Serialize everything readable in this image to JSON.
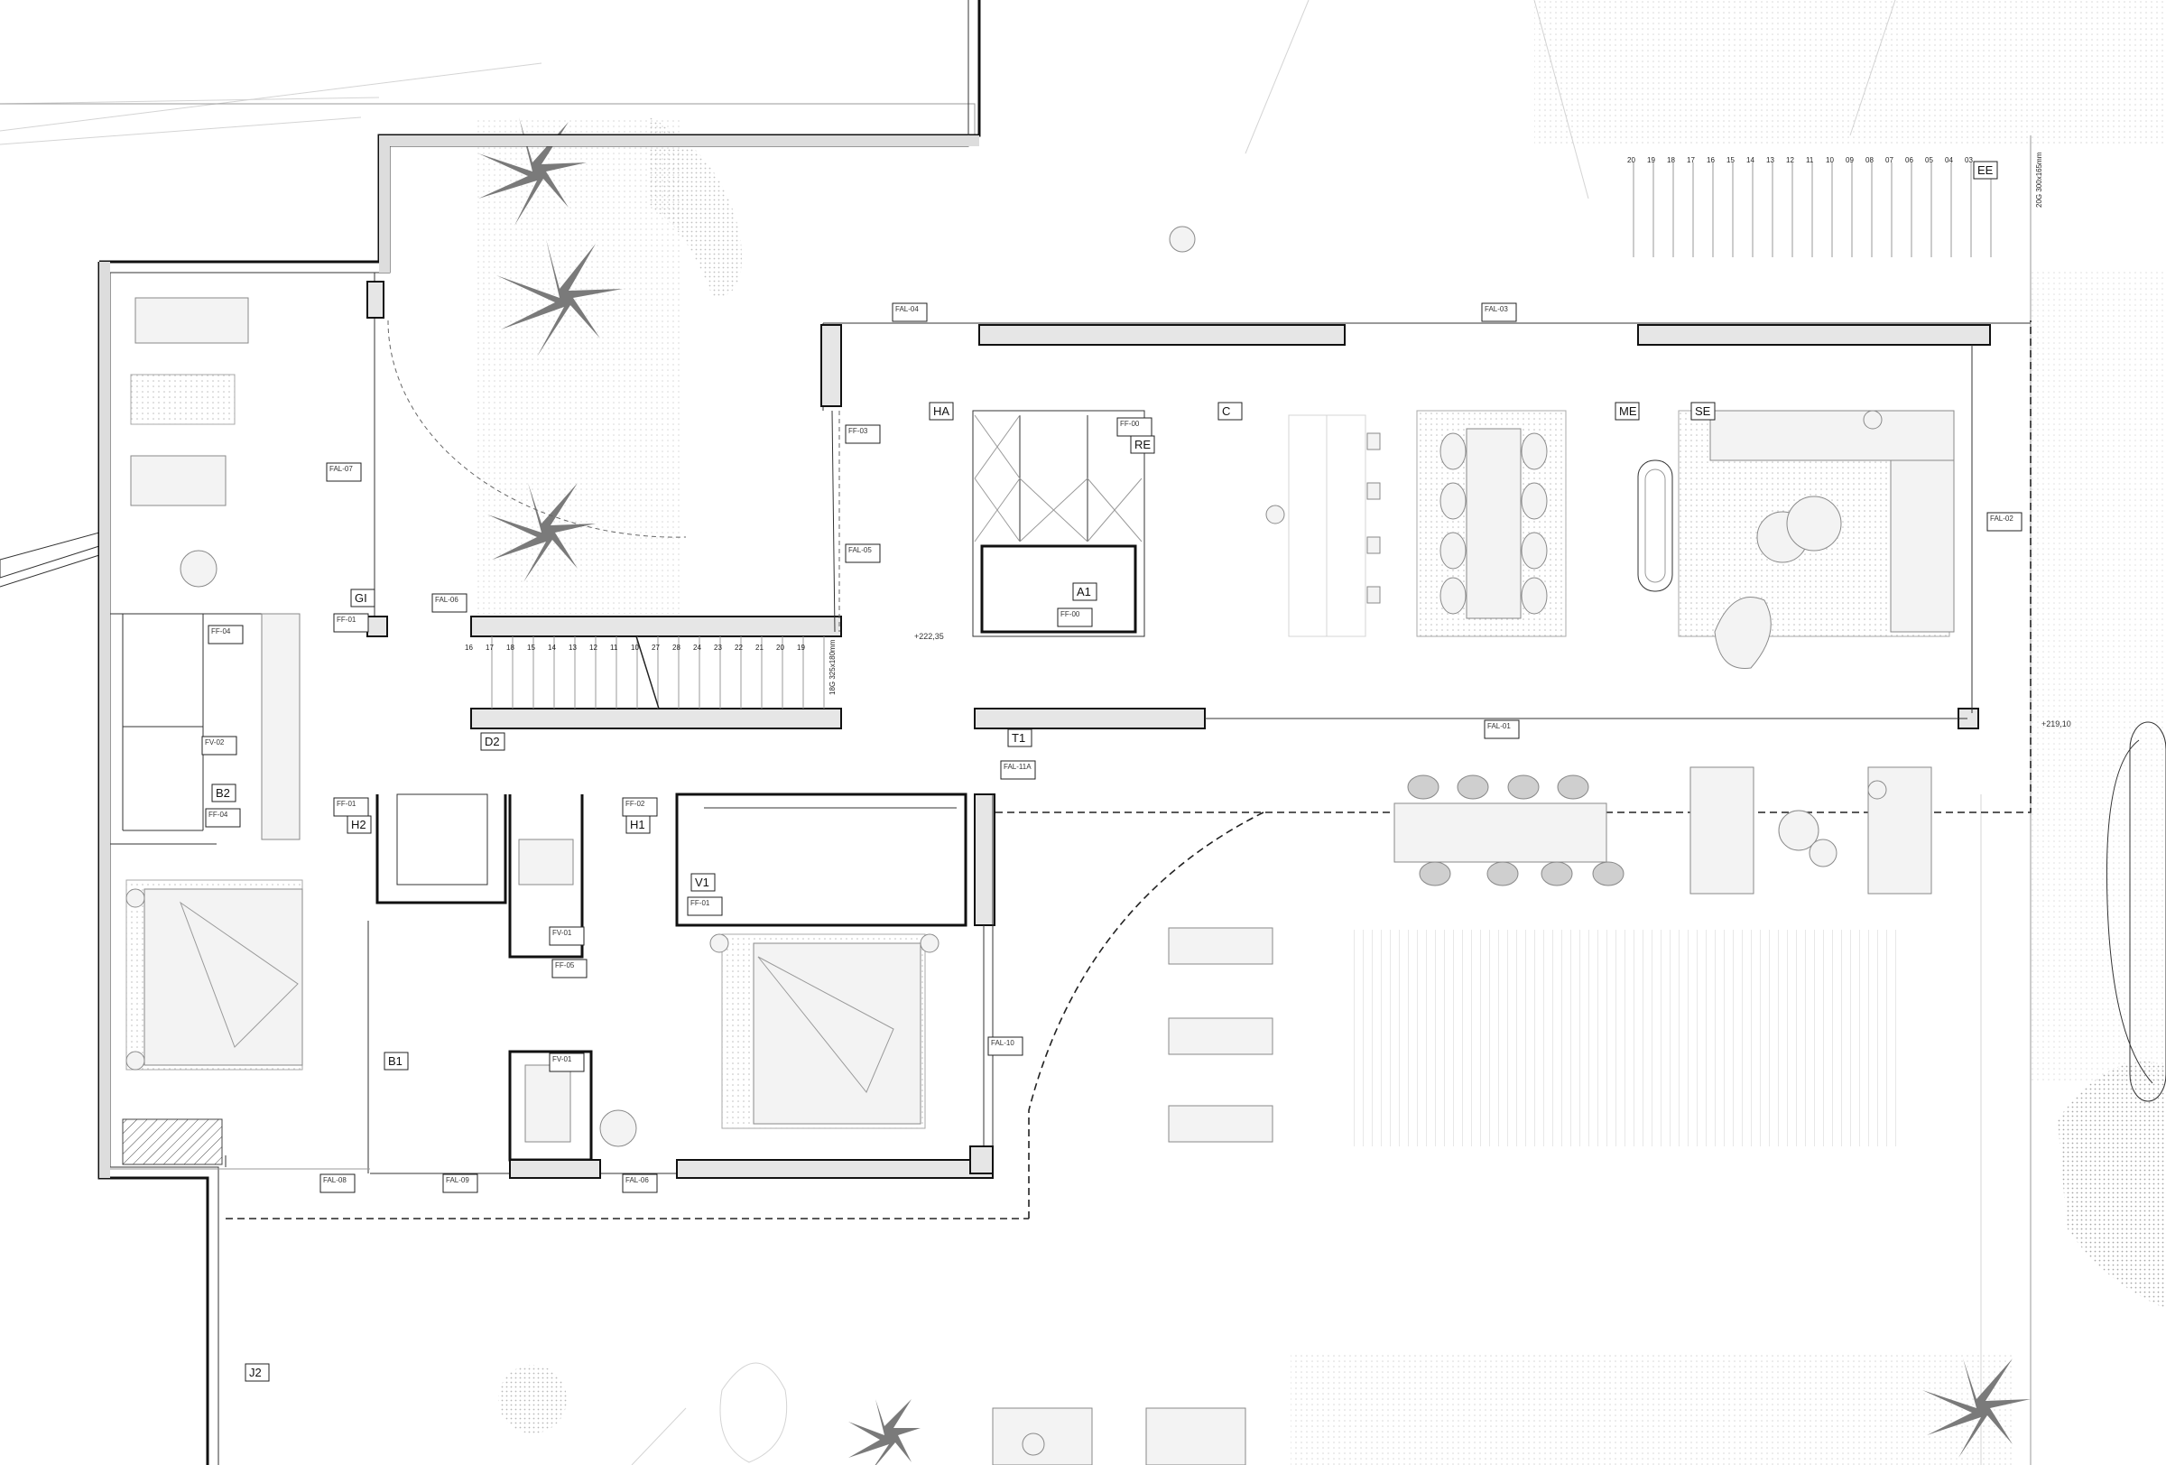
{
  "rooms": {
    "HA": "HA",
    "RE": "RE",
    "C": "C",
    "ME": "ME",
    "SE": "SE",
    "A1": "A1",
    "GI": "GI",
    "D2": "D2",
    "T1": "T1",
    "B2": "B2",
    "H2": "H2",
    "H1": "H1",
    "V1": "V1",
    "B1": "B1",
    "EE": "EE",
    "J2": "J2"
  },
  "tags": {
    "fal04": "FAL-04",
    "fal03": "FAL-03",
    "fal07_left": "FAL-07",
    "fal06": "FAL-06",
    "fal05": "FAL-05",
    "fal02": "FAL-02",
    "fal01": "FAL-01",
    "fal11a": "FAL-11A",
    "fal10": "FAL-10",
    "fal08": "FAL-08",
    "fal09": "FAL-09",
    "fal06b": "FAL-06",
    "ff03": "FF-03",
    "ff00a": "FF-00",
    "ff00b": "FF-00",
    "ff01a": "FF-01",
    "ff04": "FF-04",
    "fv02": "FV-02",
    "ff04b": "FF-04",
    "ff01b": "FF-01",
    "ff02": "FF-02",
    "fv01a": "FV-01",
    "ff05": "FF-05",
    "fv01b": "FV-01",
    "ff01c": "FF-01"
  },
  "levels": {
    "interior": "+222,35",
    "exterior": "+219,10"
  },
  "stairs": {
    "label": "18G 325x180mm",
    "numbers_top": [
      "16",
      "17",
      "18",
      "15",
      "14",
      "13",
      "12",
      "11",
      "10",
      "27",
      "28",
      "24",
      "23",
      "22",
      "21",
      "20",
      "19"
    ]
  },
  "ext_stairs": {
    "label": "20G 300x165mm",
    "numbers": [
      "20",
      "19",
      "18",
      "17",
      "16",
      "15",
      "14",
      "13",
      "12",
      "11",
      "10",
      "09",
      "08",
      "07",
      "06",
      "05",
      "04",
      "03"
    ]
  }
}
